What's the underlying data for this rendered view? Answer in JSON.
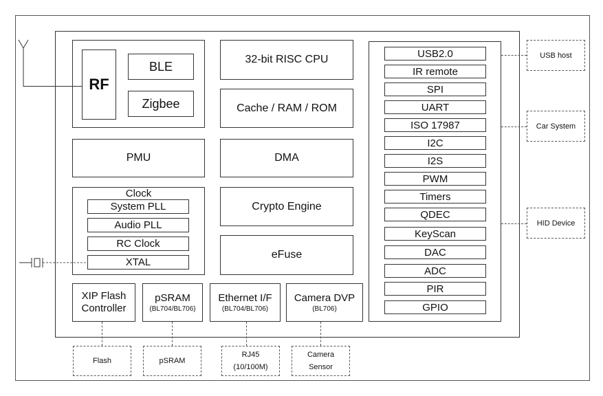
{
  "diagram": {
    "rf_block": {
      "rf": "RF",
      "ble": "BLE",
      "zigbee": "Zigbee"
    },
    "cpu": "32-bit RISC CPU",
    "cache": "Cache / RAM / ROM",
    "pmu": "PMU",
    "dma": "DMA",
    "crypto": "Crypto Engine",
    "efuse": "eFuse",
    "clock": {
      "title": "Clock",
      "items": [
        "System PLL",
        "Audio PLL",
        "RC Clock",
        "XTAL"
      ]
    },
    "peripherals": [
      "USB2.0",
      "IR remote",
      "SPI",
      "UART",
      "ISO 17987",
      "I2C",
      "I2S",
      "PWM",
      "Timers",
      "QDEC",
      "KeyScan",
      "DAC",
      "ADC",
      "PIR",
      "GPIO"
    ],
    "bottom_blocks": [
      {
        "line1": "XIP Flash",
        "line2": "Controller"
      },
      {
        "line1": "pSRAM",
        "line2": "(BL704/BL706)"
      },
      {
        "line1": "Ethernet I/F",
        "line2": "(BL704/BL706)"
      },
      {
        "line1": "Camera DVP",
        "line2": "(BL706)"
      }
    ],
    "external_bottom": [
      {
        "line1": "Flash",
        "line2": ""
      },
      {
        "line1": "pSRAM",
        "line2": ""
      },
      {
        "line1": "RJ45",
        "line2": "(10/100M)"
      },
      {
        "line1": "Camera",
        "line2": "Sensor"
      }
    ],
    "external_right": [
      "USB host",
      "Car System",
      "HID Device"
    ]
  }
}
